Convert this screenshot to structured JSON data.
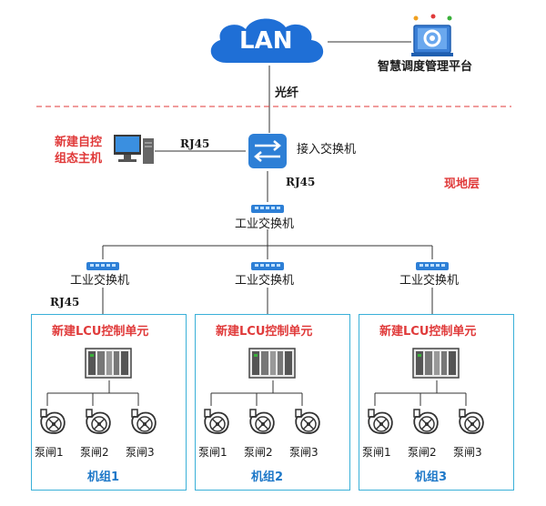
{
  "lan_label": "LAN",
  "platform_label": "智慧调度管理平台",
  "fiber_label": "光纤",
  "host_label_line1": "新建自控",
  "host_label_line2": "组态主机",
  "rj45": "RJ45",
  "access_switch_label": "接入交换机",
  "field_layer_label": "现地层",
  "industrial_switch_label": "工业交换机",
  "lcu_label": "新建LCU控制单元",
  "gates": [
    "泵闸1",
    "泵闸2",
    "泵闸3"
  ],
  "units": [
    "机组1",
    "机组2",
    "机组3"
  ],
  "colors": {
    "cloud": "#1f6fd6",
    "accent_red": "#e03a3a",
    "group_border": "#3ab0d8",
    "switch_blue": "#2d7fd6"
  },
  "icons": {
    "cloud": "cloud-icon",
    "platform": "gear-monitor-icon",
    "host": "desktop-computer-icon",
    "access_switch": "network-switch-icon",
    "industrial_switch": "industrial-switch-icon",
    "lcu": "plc-controller-icon",
    "gate": "pump-gate-icon"
  }
}
